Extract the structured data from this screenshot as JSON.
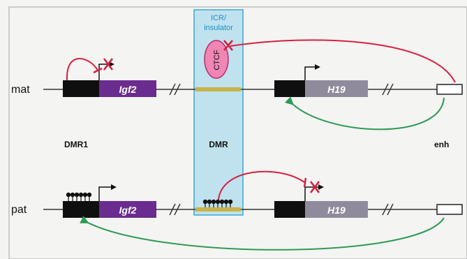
{
  "rows": {
    "maternal": {
      "label": "mat"
    },
    "paternal": {
      "label": "pat"
    }
  },
  "region_labels": {
    "dmr1": "DMR1",
    "dmr": "DMR",
    "enhancer": "enh"
  },
  "icr": {
    "line1": "ICR/",
    "line2": "insulator"
  },
  "ctcf_label": "CTCF",
  "genes": {
    "igf2": "Igf2",
    "h19": "H19"
  },
  "colors": {
    "background": "#f4f4f2",
    "icr_fill": "#bfe2ee",
    "icr_border": "#3aa8d2",
    "icr_text": "#1a8fc7",
    "igf2": "#6a2c8e",
    "h19": "#908b9c",
    "dmr_block": "#0f0f0f",
    "dmr_bar": "#c8b24a",
    "ctcf_fill": "#ef86b3",
    "repress": "#d62040",
    "activate": "#2e9a55"
  }
}
